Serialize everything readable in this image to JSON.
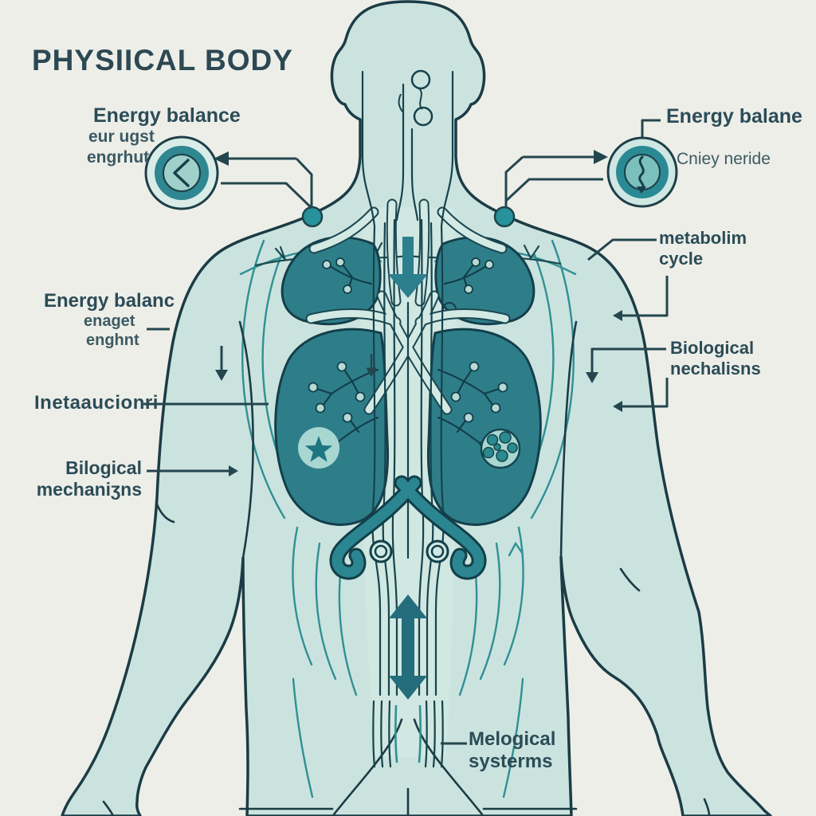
{
  "title": "PHYSIICAL BODY",
  "labels": {
    "top_left": {
      "heading": "Energy balance",
      "sub1": "eur ugst",
      "sub2": "engrhut"
    },
    "top_right": {
      "heading": "Energy balane",
      "sub": "Cniey neride"
    },
    "right_metabolic": {
      "line1": "metabolim",
      "line2": "cycle"
    },
    "right_bio": {
      "line1": "Biological",
      "line2": "nechalisns"
    },
    "left_energy": {
      "heading": "Energy balanc",
      "sub1": "enaget",
      "sub2": "enghnt"
    },
    "left_interactions": "Inetaaucionri",
    "left_bio": {
      "line1": "Bilogical",
      "line2": "mechaniʒns"
    },
    "bottom": {
      "line1": "Melogical",
      "line2": "systerms"
    }
  },
  "icons": {
    "left_badge": "chevron-left-circle-icon",
    "right_badge": "cycle-squiggle-circle-icon",
    "organ_left_badge": "star-icon",
    "organ_right_badge": "cell-cluster-icon"
  },
  "palette": {
    "background": "#edeee8",
    "body_fill": "#cbe3df",
    "outline_dark": "#1b3c45",
    "connector_dark": "#24464e",
    "organ_fill": "#2e7e8a",
    "teal_accent": "#2f9094",
    "arrow_teal": "#2c7f8d",
    "badge_light": "#a8d6d0",
    "ribbon_light": "#d2e9e4",
    "text_dark": "#2b4c57"
  }
}
